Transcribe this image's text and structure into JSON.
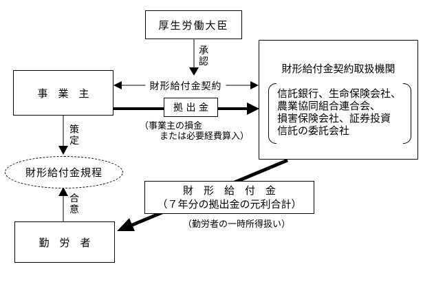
{
  "diagram": {
    "minister_box": "厚生労働大臣",
    "approval_label": "承認",
    "employer_box": "事　業　主",
    "contract_label": "財形給付金契約",
    "contribution_box": "拠 出 金",
    "contribution_note_line1": "（事業主の損金",
    "contribution_note_line2": "または必要経費算入）",
    "formulate_label": "策定",
    "regulation_ellipse": "財形給付金規程",
    "agreement_label": "合意",
    "worker_box": "勤　労　者",
    "institution_box": {
      "title": "財形給付金契約取扱機関",
      "lines": [
        "信託銀行、生命保険会社、",
        "農業協同組合連合会、",
        "損害保険会社、証券投資",
        "信託の委託会社"
      ]
    },
    "benefit_box_line1": "財　形　給　付　金",
    "benefit_box_line2": "（７年分の拠出金の元利合計）",
    "benefit_note": "（勤労者の一時所得扱い）",
    "colors": {
      "line": "#000000",
      "background": "#ffffff"
    }
  }
}
